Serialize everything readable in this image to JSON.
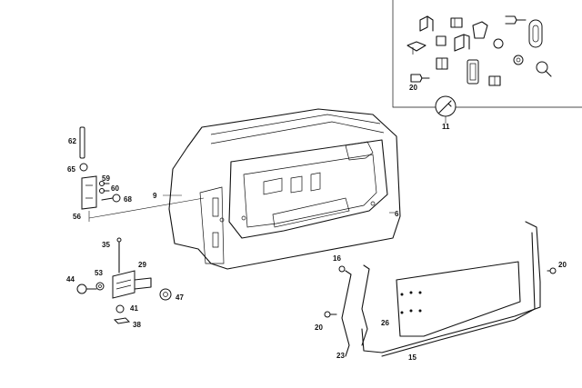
{
  "callouts": {
    "c62": "62",
    "c65": "65",
    "c59": "59",
    "c60": "60",
    "c68": "68",
    "c56": "56",
    "c9": "9",
    "c35": "35",
    "c44": "44",
    "c53": "53",
    "c29": "29",
    "c47": "47",
    "c41": "41",
    "c38": "38",
    "c6": "6",
    "c11": "11",
    "c20_top": "20",
    "c16": "16",
    "c20_left": "20",
    "c23": "23",
    "c26": "26",
    "c15": "15",
    "c20_right": "20"
  }
}
